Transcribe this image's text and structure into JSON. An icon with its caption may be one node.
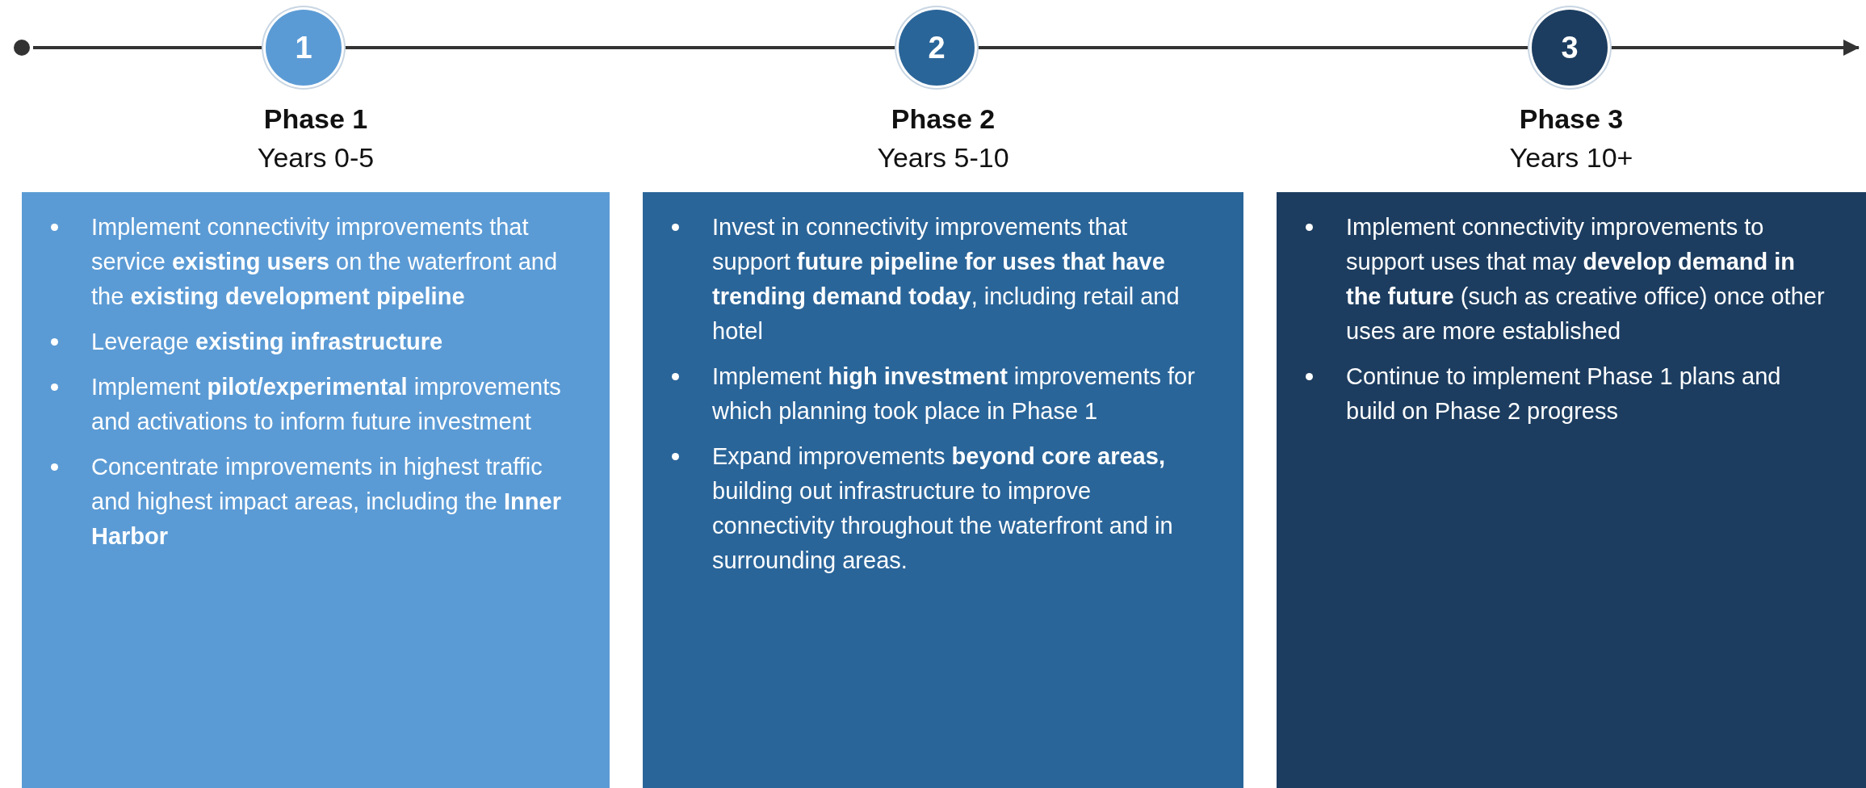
{
  "diagram": {
    "nodes": [
      {
        "text": [],
        "shape": "circle"
      },
      {
        "text": [
          "1"
        ]
      },
      {
        "text": [
          "2"
        ]
      },
      {
        "text": [
          "3"
        ]
      },
      {
        "text": [
          "Phase 1",
          "Years 0-5",
          "Implement connectivity improvements that service **existing users** on the waterfront and the **existing development pipeline**",
          "Leverage **existing infrastructure**",
          "Implement **pilot/experimental** improvements and activations to inform future investment",
          "Concentrate improvements in highest traffic and highest impact areas, including the **Inner Harbor**"
        ]
      },
      {
        "text": [
          "Phase 2",
          "Years 5-10",
          "Invest in connectivity improvements that support **future pipeline for uses that have trending demand today**, including retail and hotel",
          "Implement **high investment** improvements for which planning took place in Phase 1",
          "Expand improvements **beyond core areas,** building out infrastructure to improve connectivity throughout the waterfront and in surrounding areas."
        ]
      },
      {
        "text": [
          "Phase 3",
          "Years 10+",
          "Implement connectivity improvements to support uses that may **develop demand in the future** (such as creative office) once other uses are more established",
          "Continue to implement Phase 1 plans and build on Phase 2 progress"
        ]
      }
    ],
    "edges": [
      {
        "from": 0,
        "to": 1,
        "arrow": "none"
      },
      {
        "from": 1,
        "to": 2,
        "arrow": "none"
      },
      {
        "from": 2,
        "to": 3,
        "arrow": "none"
      },
      {
        "from": 3,
        "to": null,
        "arrow": "to"
      }
    ]
  }
}
